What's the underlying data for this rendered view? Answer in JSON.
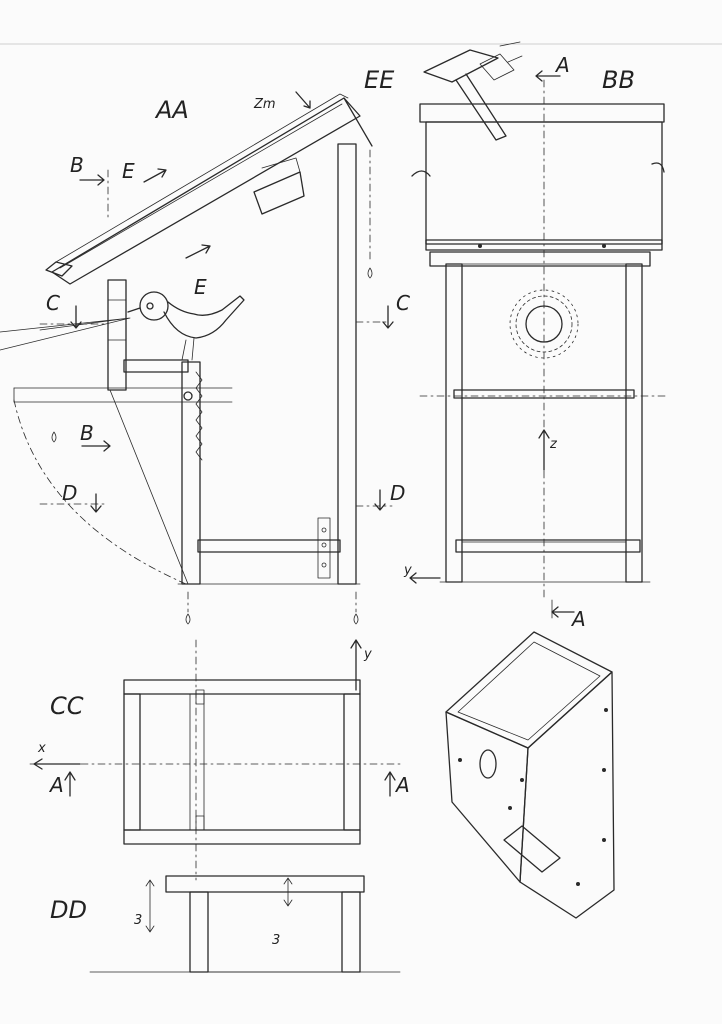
{
  "views": {
    "aa": "AA",
    "bb": "BB",
    "cc": "CC",
    "dd": "DD",
    "ee": "EE"
  },
  "section_marks": {
    "a": "A",
    "b": "B",
    "c": "C",
    "d": "D",
    "e": "E"
  },
  "axes": {
    "x": "x",
    "y": "y",
    "z": "z"
  },
  "dimensions": {
    "roof_overhang": "Zm",
    "board_thickness": "3"
  },
  "colors": {
    "ink": "#2a2a2a",
    "paper": "#fbfbfb"
  }
}
